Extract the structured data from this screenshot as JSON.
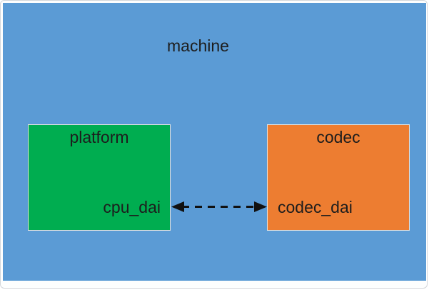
{
  "diagram": {
    "machine": {
      "label": "machine",
      "fill": "#5b9bd5"
    },
    "platform": {
      "label": "platform",
      "fill": "#00ad50",
      "dai_label": "cpu_dai"
    },
    "codec": {
      "label": "codec",
      "fill": "#ed7d31",
      "dai_label": "codec_dai"
    },
    "link": {
      "style": "dashed-double-arrow",
      "color": "#111111"
    }
  }
}
